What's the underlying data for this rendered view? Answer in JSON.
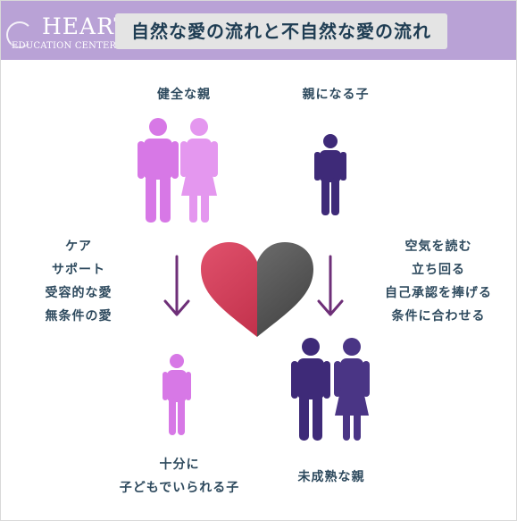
{
  "logo": {
    "big": "HEART",
    "small": "EDUCATION CENTER"
  },
  "title": "自然な愛の流れと不自然な愛の流れ",
  "labels": {
    "healthy_parents": "健全な親",
    "child_becoming_parent": "親になる子",
    "left_flow": [
      "ケア",
      "サポート",
      "受容的な愛",
      "無条件の愛"
    ],
    "right_flow": [
      "空気を読む",
      "立ち回る",
      "自己承認を捧げる",
      "条件に合わせる"
    ],
    "bottom_left": [
      "十分に",
      "子どもでいられる子"
    ],
    "bottom_right": "未成熟な親"
  },
  "colors": {
    "header": "#b9a2d6",
    "title_box": "#e4e4e4",
    "title_text": "#1f3d53",
    "label_text": "#2e4a5e",
    "pink_figure": "#d778e6",
    "pink_figure_light": "#e497ef",
    "dark_figure": "#3e2a78",
    "arrow": "#6e2f78",
    "heart_left": "#d43a57",
    "heart_right": "#5a5a5a"
  },
  "icons": [
    "man-figure",
    "woman-figure",
    "child-figure",
    "heart-icon",
    "down-arrow-icon"
  ]
}
